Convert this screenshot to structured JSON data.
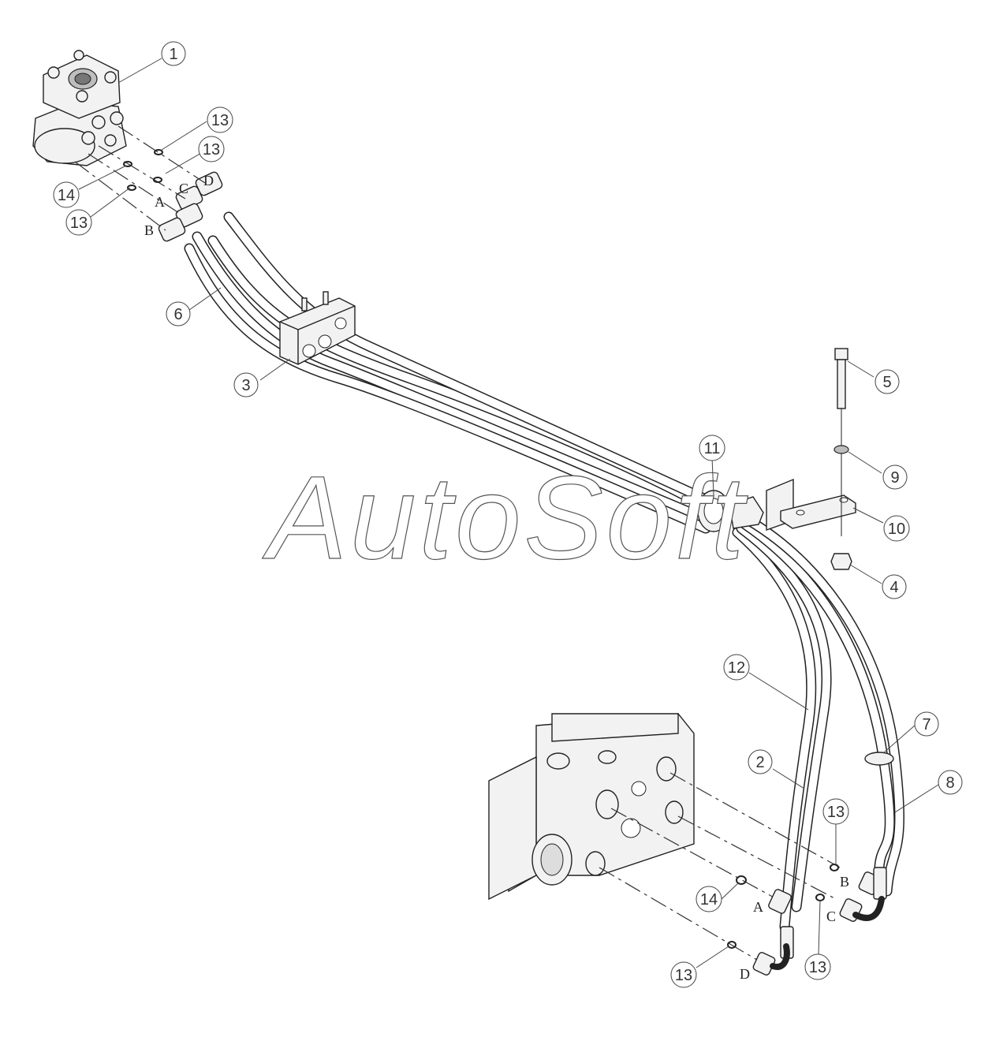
{
  "watermark": {
    "text": "AutoSoft"
  },
  "callouts": [
    {
      "label": "1"
    },
    {
      "label": "13"
    },
    {
      "label": "13"
    },
    {
      "label": "14"
    },
    {
      "label": "13"
    },
    {
      "label": "6"
    },
    {
      "label": "3"
    },
    {
      "label": "5"
    },
    {
      "label": "11"
    },
    {
      "label": "9"
    },
    {
      "label": "10"
    },
    {
      "label": "4"
    },
    {
      "label": "12"
    },
    {
      "label": "7"
    },
    {
      "label": "2"
    },
    {
      "label": "8"
    },
    {
      "label": "13"
    },
    {
      "label": "14"
    },
    {
      "label": "13"
    },
    {
      "label": "13"
    }
  ],
  "ports": [
    {
      "label": "D"
    },
    {
      "label": "C"
    },
    {
      "label": "A"
    },
    {
      "label": "B"
    },
    {
      "label": "B"
    },
    {
      "label": "A"
    },
    {
      "label": "C"
    },
    {
      "label": "D"
    }
  ]
}
